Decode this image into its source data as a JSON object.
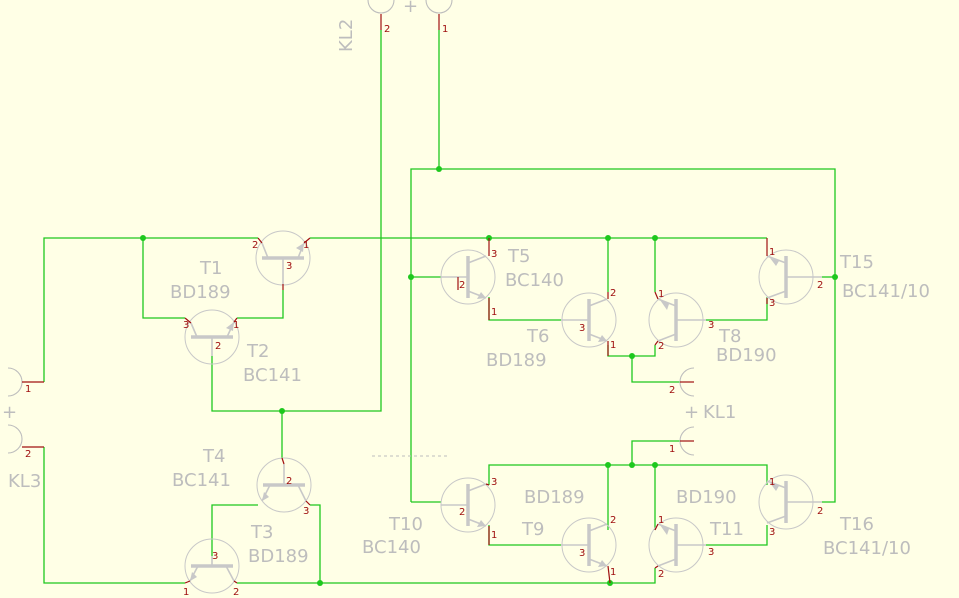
{
  "components": {
    "T1": {
      "ref": "T1",
      "value": "BD189",
      "pins": [
        "1",
        "2",
        "3"
      ]
    },
    "T2": {
      "ref": "T2",
      "value": "BC141",
      "pins": [
        "1",
        "2",
        "3"
      ]
    },
    "T3": {
      "ref": "T3",
      "value": "BD189",
      "pins": [
        "1",
        "2",
        "3"
      ]
    },
    "T4": {
      "ref": "T4",
      "value": "BC141",
      "pins": [
        "1",
        "2",
        "3"
      ]
    },
    "T5": {
      "ref": "T5",
      "value": "BC140",
      "pins": [
        "1",
        "2",
        "3"
      ]
    },
    "T6": {
      "ref": "T6",
      "value": "BD189",
      "pins": [
        "1",
        "2",
        "3"
      ]
    },
    "T8": {
      "ref": "T8",
      "value": "BD190",
      "pins": [
        "1",
        "2",
        "3"
      ]
    },
    "T9": {
      "ref": "T9",
      "value": "BD189",
      "pins": [
        "1",
        "2",
        "3"
      ]
    },
    "T10": {
      "ref": "T10",
      "value": "BC140",
      "pins": [
        "1",
        "2",
        "3"
      ]
    },
    "T11": {
      "ref": "T11",
      "value": "BD190",
      "pins": [
        "1",
        "2",
        "3"
      ]
    },
    "T15": {
      "ref": "T15",
      "value": "BC141/10",
      "pins": [
        "1",
        "2",
        "3"
      ]
    },
    "T16": {
      "ref": "T16",
      "value": "BC141/10",
      "pins": [
        "1",
        "2",
        "3"
      ]
    }
  },
  "connectors": {
    "KL1": {
      "ref": "KL1",
      "plus": "+",
      "pins": [
        "1",
        "2"
      ]
    },
    "KL2": {
      "ref": "KL2",
      "plus": "+",
      "pins": [
        "1",
        "2"
      ]
    },
    "KL3": {
      "ref": "KL3",
      "plus": "+",
      "pins": [
        "1",
        "2"
      ]
    }
  },
  "colors": {
    "background": "#ffffe6",
    "wire": "#1ec81e",
    "pin": "#a01010",
    "symbol": "#c8c8c8",
    "label": "#bdbdbd"
  }
}
